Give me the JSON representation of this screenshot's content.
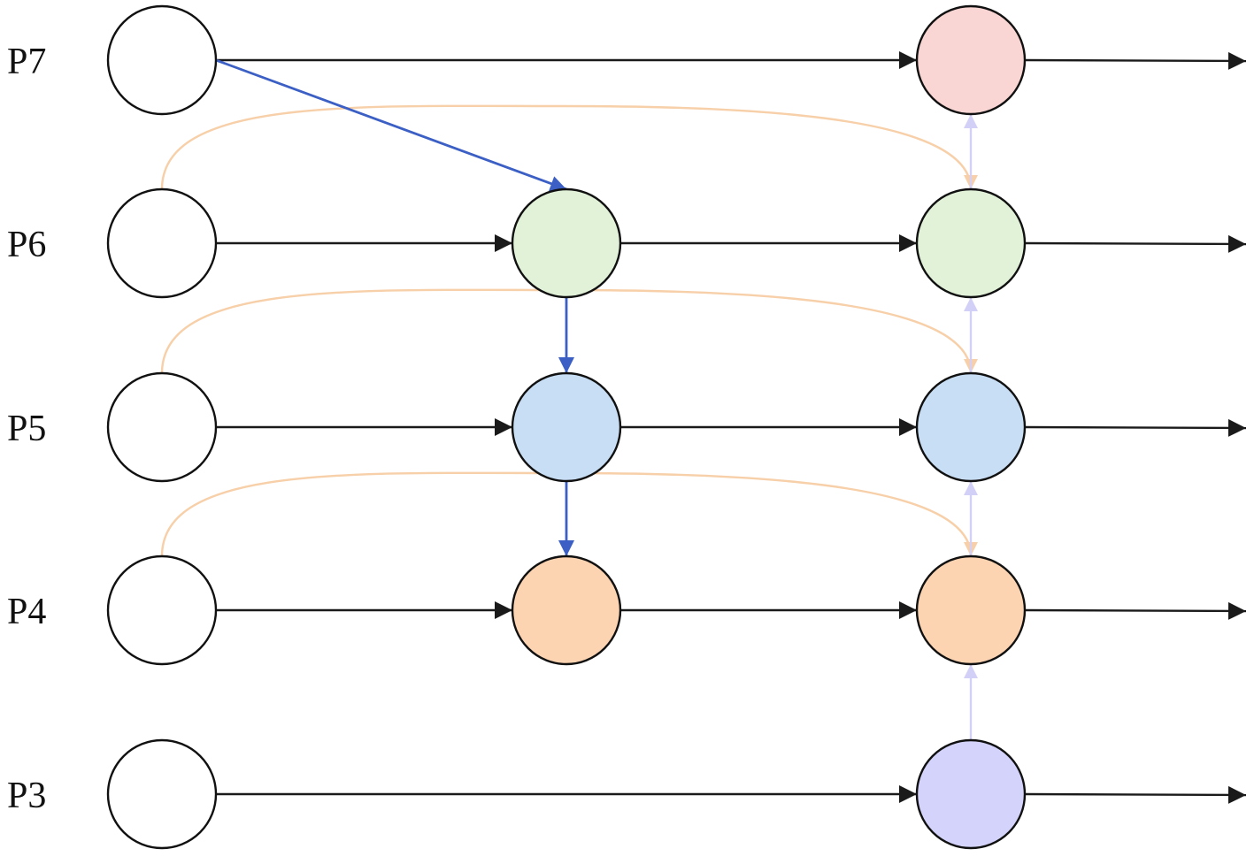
{
  "levels": [
    {
      "id": "p7",
      "label": "P7"
    },
    {
      "id": "p6",
      "label": "P6"
    },
    {
      "id": "p5",
      "label": "P5"
    },
    {
      "id": "p4",
      "label": "P4"
    },
    {
      "id": "p3",
      "label": "P3"
    }
  ],
  "nodes": [
    {
      "id": "p7-in",
      "level": "p7",
      "column": 0,
      "fill": "#ffffff"
    },
    {
      "id": "p7-out",
      "level": "p7",
      "column": 2,
      "fill": "#f9d5d3"
    },
    {
      "id": "p6-in",
      "level": "p6",
      "column": 0,
      "fill": "#ffffff"
    },
    {
      "id": "p6-mid",
      "level": "p6",
      "column": 1,
      "fill": "#e2f2d9"
    },
    {
      "id": "p6-out",
      "level": "p6",
      "column": 2,
      "fill": "#e2f2d9"
    },
    {
      "id": "p5-in",
      "level": "p5",
      "column": 0,
      "fill": "#ffffff"
    },
    {
      "id": "p5-mid",
      "level": "p5",
      "column": 1,
      "fill": "#c8def5"
    },
    {
      "id": "p5-out",
      "level": "p5",
      "column": 2,
      "fill": "#c8def5"
    },
    {
      "id": "p4-in",
      "level": "p4",
      "column": 0,
      "fill": "#ffffff"
    },
    {
      "id": "p4-mid",
      "level": "p4",
      "column": 1,
      "fill": "#fdd4b2"
    },
    {
      "id": "p4-out",
      "level": "p4",
      "column": 2,
      "fill": "#fdd4b2"
    },
    {
      "id": "p3-in",
      "level": "p3",
      "column": 0,
      "fill": "#ffffff"
    },
    {
      "id": "p3-out",
      "level": "p3",
      "column": 2,
      "fill": "#d4d3fb"
    }
  ],
  "edges": [
    {
      "from": "p7-in",
      "to": "p7-out",
      "kind": "lateral"
    },
    {
      "from": "p6-in",
      "to": "p6-mid",
      "kind": "lateral"
    },
    {
      "from": "p6-mid",
      "to": "p6-out",
      "kind": "lateral"
    },
    {
      "from": "p5-in",
      "to": "p5-mid",
      "kind": "lateral"
    },
    {
      "from": "p5-mid",
      "to": "p5-out",
      "kind": "lateral"
    },
    {
      "from": "p4-in",
      "to": "p4-mid",
      "kind": "lateral"
    },
    {
      "from": "p4-mid",
      "to": "p4-out",
      "kind": "lateral"
    },
    {
      "from": "p3-in",
      "to": "p3-out",
      "kind": "lateral"
    },
    {
      "from": "p7-out",
      "to": "output",
      "kind": "output"
    },
    {
      "from": "p6-out",
      "to": "output",
      "kind": "output"
    },
    {
      "from": "p5-out",
      "to": "output",
      "kind": "output"
    },
    {
      "from": "p4-out",
      "to": "output",
      "kind": "output"
    },
    {
      "from": "p3-out",
      "to": "output",
      "kind": "output"
    },
    {
      "from": "p7-in",
      "to": "p6-mid",
      "kind": "top-down"
    },
    {
      "from": "p6-mid",
      "to": "p5-mid",
      "kind": "top-down"
    },
    {
      "from": "p5-mid",
      "to": "p4-mid",
      "kind": "top-down"
    },
    {
      "from": "p3-out",
      "to": "p4-out",
      "kind": "bottom-up"
    },
    {
      "from": "p4-out",
      "to": "p5-out",
      "kind": "bottom-up"
    },
    {
      "from": "p5-out",
      "to": "p6-out",
      "kind": "bottom-up"
    },
    {
      "from": "p6-out",
      "to": "p7-out",
      "kind": "bottom-up"
    },
    {
      "from": "p6-in",
      "to": "p6-out",
      "kind": "skip"
    },
    {
      "from": "p5-in",
      "to": "p5-out",
      "kind": "skip"
    },
    {
      "from": "p4-in",
      "to": "p4-out",
      "kind": "skip"
    }
  ],
  "colors": {
    "lateral": "#1a1a1a",
    "output": "#1a1a1a",
    "top-down": "#3b5fc4",
    "bottom-up": "#d2d0f7",
    "skip": "#f7cfa8",
    "node_stroke": "#111111"
  }
}
